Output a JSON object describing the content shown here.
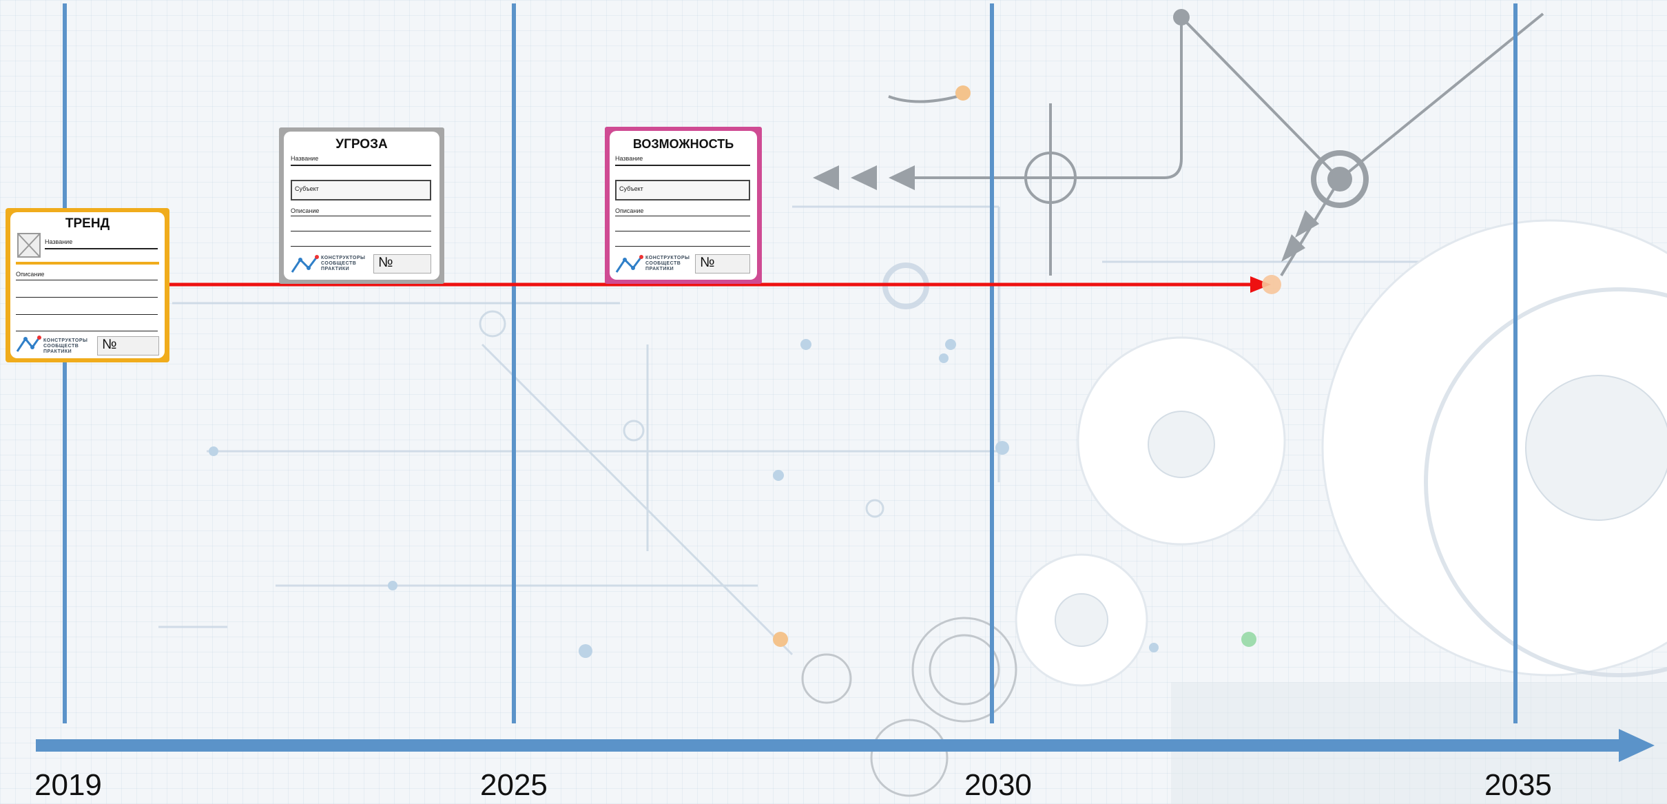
{
  "timeline": {
    "years": [
      "2019",
      "2025",
      "2030",
      "2035"
    ]
  },
  "cards": {
    "trend": {
      "title": "ТРЕНД",
      "name_label": "Название",
      "description_label": "Описание",
      "number_label": "№",
      "logo_text": [
        "КОНСТРУКТОРЫ",
        "СООБЩЕСТВ",
        "ПРАКТИКИ"
      ],
      "color": "#f0ac1c"
    },
    "threat": {
      "title": "УГРОЗА",
      "name_label": "Название",
      "subject_label": "Субъект",
      "description_label": "Описание",
      "number_label": "№",
      "logo_text": [
        "КОНСТРУКТОРЫ",
        "СООБЩЕСТВ",
        "ПРАКТИКИ"
      ],
      "color": "#a6a6a6"
    },
    "opportunity": {
      "title": "ВОЗМОЖНОСТЬ",
      "name_label": "Название",
      "subject_label": "Субъект",
      "description_label": "Описание",
      "number_label": "№",
      "logo_text": [
        "КОНСТРУКТОРЫ",
        "СООБЩЕСТВ",
        "ПРАКТИКИ"
      ],
      "color": "#cf4b93"
    }
  },
  "colors": {
    "axis": "#5b93c9",
    "trend_arrow": "#ee1111",
    "arrow_end_dot": "#f7c59a"
  },
  "icons": [
    "gear-icon",
    "image-placeholder-icon",
    "arrow-right-icon"
  ]
}
